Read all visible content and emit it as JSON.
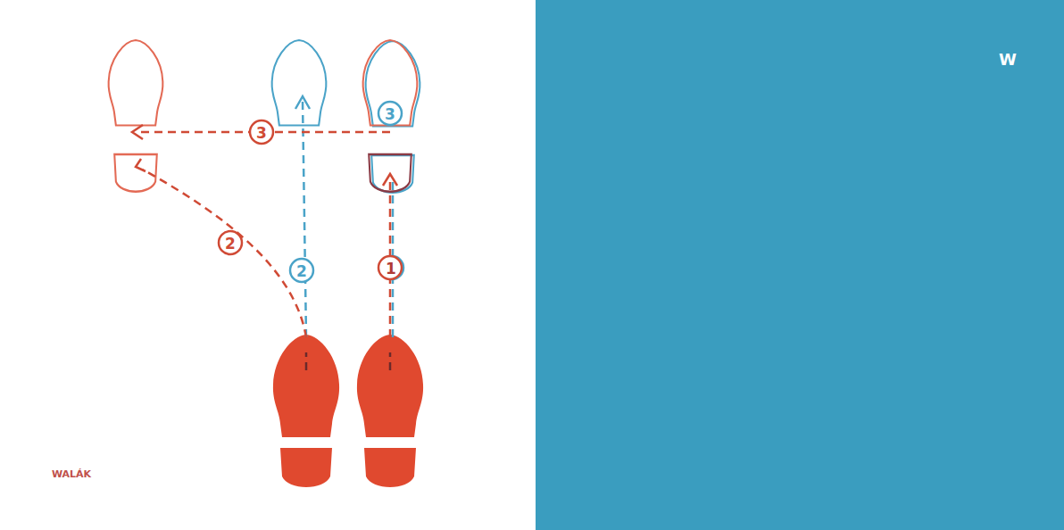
{
  "diagram": {
    "labels": [
      "2",
      "2",
      "1",
      "3",
      "3",
      "WALÁK",
      "W"
    ]
  }
}
